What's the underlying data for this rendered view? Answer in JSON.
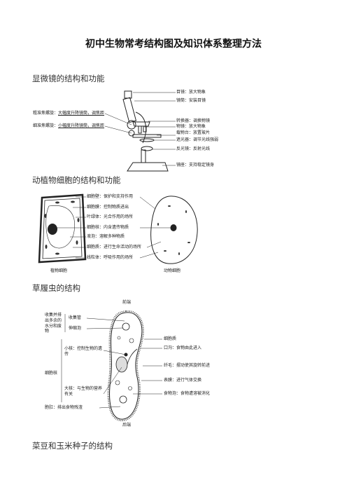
{
  "page": {
    "title": "初中生物常考结构图及知识体系整理方法"
  },
  "sections": [
    {
      "id": "microscope",
      "heading": "显微镜的结构和功能"
    },
    {
      "id": "cells",
      "heading": "动植物细胞的结构和功能"
    },
    {
      "id": "paramecium",
      "heading": "草履虫的结构"
    },
    {
      "id": "seeds",
      "heading": "菜豆和玉米种子的结构"
    }
  ],
  "microscope": {
    "left_labels": [
      {
        "name": "粗准焦螺旋：",
        "desc": "大幅度升降镜筒，调焦距"
      },
      {
        "name": "细准焦螺旋：",
        "desc": "小幅度升降镜筒，调焦距"
      }
    ],
    "right_labels": [
      {
        "text": "目镜：放大物象"
      },
      {
        "text": "镜筒：安装目镜"
      },
      {
        "text": "转换器：调换物镜"
      },
      {
        "text": "物镜：放大物象"
      },
      {
        "text": "载物台：放置玻片"
      },
      {
        "text": "遮光器：调节光线强弱"
      },
      {
        "text": "反光镜：反射光线"
      },
      {
        "text": "镜座：支持稳定镜身"
      }
    ]
  },
  "cells": {
    "labels": [
      "细胞壁：保护和支持作用",
      "细胞膜：控制物质进出",
      "叶绿体：光合作用的场所",
      "细胞核：内含遗传物质",
      "液泡：溶解多种物质",
      "细胞质：进行生命活动的场所",
      "线粒体：呼吸作用的场所"
    ],
    "plant_caption": "植物细胞",
    "animal_caption": "动物细胞"
  },
  "paramecium": {
    "top_label": "前端",
    "bottom_label": "后端",
    "left_group1": "收集并排出多余的水分和废物",
    "collecting_tube": "收集管",
    "contractile_vacuole": "伸缩泡",
    "nucleus_group": "细胞核",
    "micronucleus": "小核：控制生物的遗传",
    "macronucleus": "大核：与生物的营养有关",
    "anal_pore": "胞肛：排出食物残渣",
    "right_labels": [
      "细胞质",
      "口沟：食物由此进入",
      "纤毛：摆动使其旋转前进",
      "表膜：进行气体交换",
      "食物泡：食物遭溶被消化"
    ]
  }
}
